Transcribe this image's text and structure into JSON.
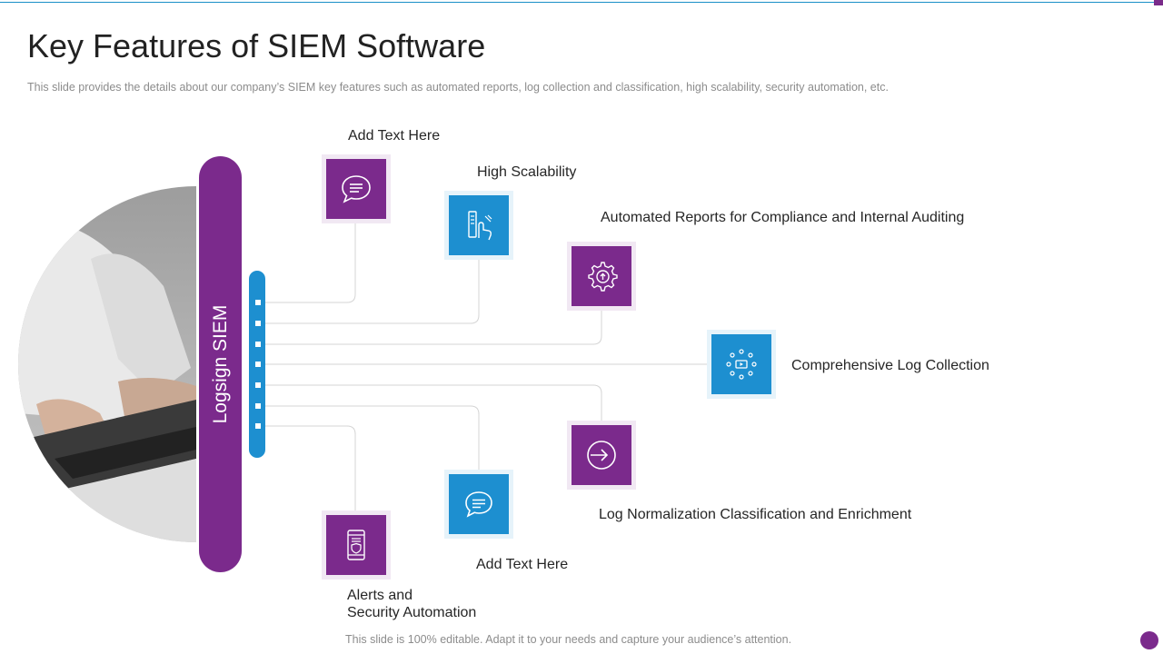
{
  "slide": {
    "title": "Key Features of SIEM Software",
    "subtitle": "This slide provides  the details about our company’s SIEM key features such as automated reports, log collection and classification, high scalability, security automation, etc.",
    "footer": "This slide is 100% editable. Adapt it to your needs and capture your audience’s attention."
  },
  "hub": {
    "label": "Logsign SIEM"
  },
  "features": [
    {
      "label": "Add Text Here",
      "icon": "speech-bubble-icon",
      "color": "#7b2a8c"
    },
    {
      "label": "High Scalability",
      "icon": "hand-touch-icon",
      "color": "#1d8fd0"
    },
    {
      "label": "Automated Reports for Compliance and Internal Auditing",
      "icon": "cloud-gear-icon",
      "color": "#7b2a8c"
    },
    {
      "label": "Comprehensive Log Collection",
      "icon": "network-hub-icon",
      "color": "#1d8fd0"
    },
    {
      "label": "Log Normalization  Classification and Enrichment",
      "icon": "login-arrow-icon",
      "color": "#7b2a8c"
    },
    {
      "label": "Add Text Here",
      "icon": "chat-bubble-icon",
      "color": "#1d8fd0"
    },
    {
      "label_line1": "Alerts and",
      "label_line2": "Security Automation",
      "icon": "mobile-shield-icon",
      "color": "#7b2a8c"
    }
  ],
  "colors": {
    "purple": "#7b2a8c",
    "blue": "#1d8fd0",
    "connector": "#d4d4d4"
  }
}
